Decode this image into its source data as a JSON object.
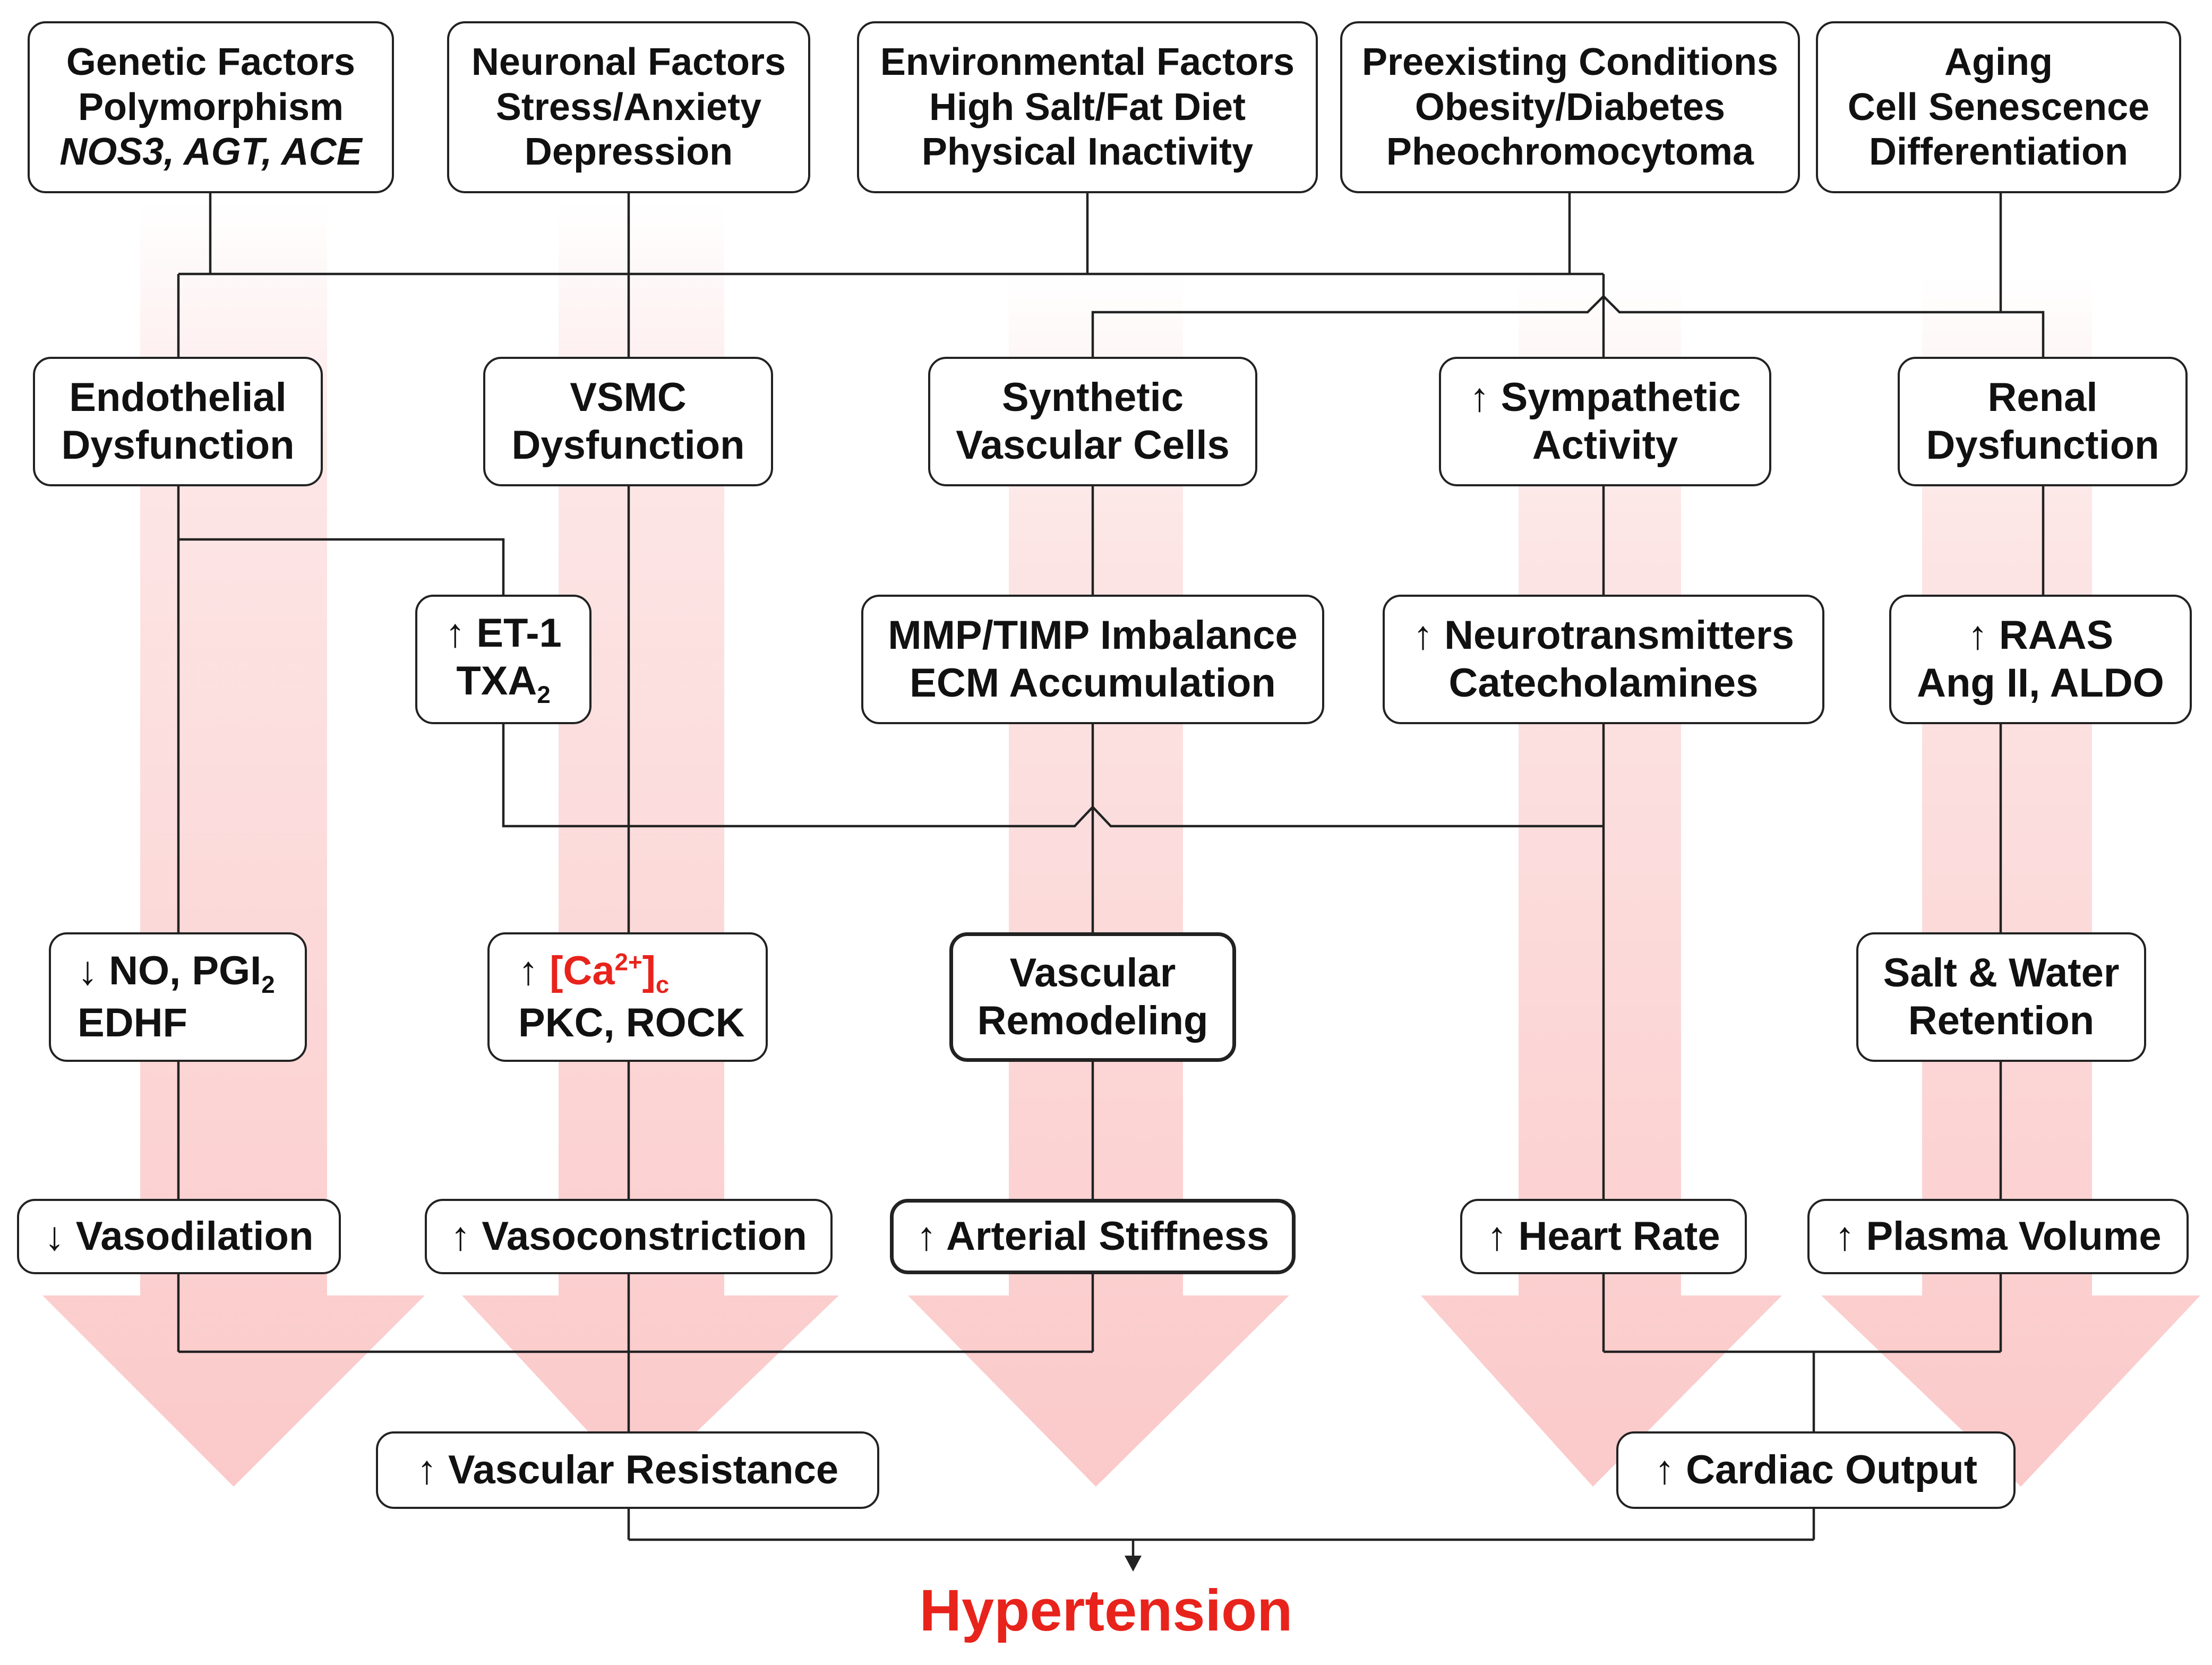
{
  "up": "↑",
  "down": "↓",
  "title": "Hypertension",
  "red_color": "#e8231c",
  "sources": {
    "genetic": {
      "l1": "Genetic Factors",
      "l2": "Polymorphism",
      "l3": "NOS3, AGT, ACE"
    },
    "neuronal": {
      "l1": "Neuronal Factors",
      "l2": "Stress/Anxiety",
      "l3": "Depression"
    },
    "environmental": {
      "l1": "Environmental Factors",
      "l2": "High Salt/Fat Diet",
      "l3": "Physical Inactivity"
    },
    "preexisting": {
      "l1": "Preexisting Conditions",
      "l2": "Obesity/Diabetes",
      "l3": "Pheochromocytoma"
    },
    "aging": {
      "l1": "Aging",
      "l2": "Cell Senescence",
      "l3": "Differentiation"
    }
  },
  "level2": {
    "endothelial": {
      "l1": "Endothelial",
      "l2": "Dysfunction"
    },
    "vsmc": {
      "l1": "VSMC",
      "l2": "Dysfunction"
    },
    "synthetic": {
      "l1": "Synthetic",
      "l2": "Vascular Cells"
    },
    "sympathetic": {
      "l1": "Sympathetic",
      "l2": "Activity"
    },
    "renal": {
      "l1": "Renal",
      "l2": "Dysfunction"
    }
  },
  "level3": {
    "et1": {
      "l1": "ET-1",
      "l2_main": "TXA",
      "l2_sub": "2"
    },
    "mmp": {
      "l1": "MMP/TIMP Imbalance",
      "l2": "ECM Accumulation"
    },
    "neuro": {
      "l1": "Neurotransmitters",
      "l2": "Catecholamines"
    },
    "raas": {
      "l1": "RAAS",
      "l2": "Ang II, ALDO"
    }
  },
  "level4": {
    "no": {
      "l1_main": "NO, PGI",
      "l1_sub": "2",
      "l2": "EDHF"
    },
    "ca": {
      "l1_main": "[Ca",
      "l1_sup": "2+",
      "l1_close": "]",
      "l1_sub": "c",
      "l2": "PKC, ROCK"
    },
    "remodeling": {
      "l1": "Vascular",
      "l2": "Remodeling"
    },
    "salt": {
      "l1": "Salt & Water",
      "l2": "Retention"
    }
  },
  "level5": {
    "vasodilation": "Vasodilation",
    "vasoconstriction": "Vasoconstriction",
    "stiffness": "Arterial Stiffness",
    "heart_rate": "Heart Rate",
    "plasma": "Plasma Volume"
  },
  "level6": {
    "resistance": "Vascular Resistance",
    "cardiac": "Cardiac Output"
  }
}
